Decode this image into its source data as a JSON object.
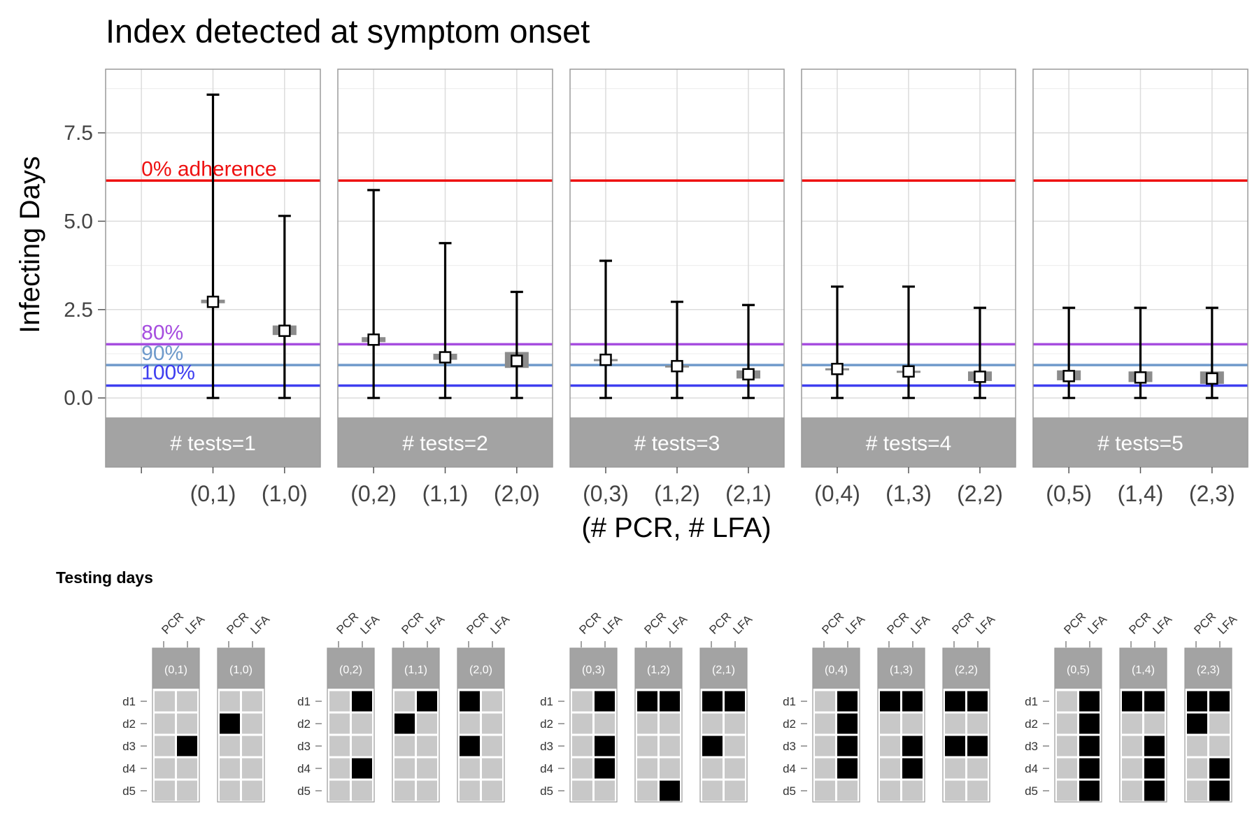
{
  "chart_data": {
    "type": "errorbar",
    "title": "Index detected at symptom onset",
    "ylabel": "Infecting Days",
    "xlabel": "(# PCR, # LFA)",
    "ylim": [
      -0.55,
      9.3
    ],
    "yticks": [
      0.0,
      2.5,
      5.0,
      7.5
    ],
    "ytick_labels": [
      "0.0",
      "2.5",
      "5.0",
      "7.5"
    ],
    "grid": true,
    "panel_bottom_extent": -0.55,
    "reference_lines": [
      {
        "label": "0% adherence",
        "value": 6.15,
        "color": "#ee1111"
      },
      {
        "label": "80%",
        "value": 1.52,
        "color": "#a64ddf"
      },
      {
        "label": "90%",
        "value": 0.93,
        "color": "#6f9acb"
      },
      {
        "label": "100%",
        "value": 0.35,
        "color": "#3e3ef0"
      }
    ],
    "facets": [
      {
        "strip": "# tests=1",
        "categories": [
          "",
          "(0,1)",
          "(1,0)"
        ],
        "points": [
          {
            "category": "(0,1)",
            "median": 2.72,
            "lower": 0.0,
            "upper": 8.58,
            "box_low": 2.68,
            "box_high": 2.78
          },
          {
            "category": "(1,0)",
            "median": 1.9,
            "lower": 0.0,
            "upper": 5.15,
            "box_low": 1.78,
            "box_high": 2.05
          }
        ]
      },
      {
        "strip": "# tests=2",
        "categories": [
          "(0,2)",
          "(1,1)",
          "(2,0)"
        ],
        "points": [
          {
            "category": "(0,2)",
            "median": 1.65,
            "lower": 0.0,
            "upper": 5.88,
            "box_low": 1.58,
            "box_high": 1.72
          },
          {
            "category": "(1,1)",
            "median": 1.15,
            "lower": 0.0,
            "upper": 4.38,
            "box_low": 1.08,
            "box_high": 1.25
          },
          {
            "category": "(2,0)",
            "median": 1.05,
            "lower": 0.0,
            "upper": 3.0,
            "box_low": 0.85,
            "box_high": 1.3
          }
        ]
      },
      {
        "strip": "# tests=3",
        "categories": [
          "(0,3)",
          "(1,2)",
          "(2,1)"
        ],
        "points": [
          {
            "category": "(0,3)",
            "median": 1.08,
            "lower": 0.0,
            "upper": 3.88,
            "box_low": 1.05,
            "box_high": 1.1
          },
          {
            "category": "(1,2)",
            "median": 0.9,
            "lower": 0.0,
            "upper": 2.72,
            "box_low": 0.88,
            "box_high": 0.92
          },
          {
            "category": "(2,1)",
            "median": 0.67,
            "lower": 0.0,
            "upper": 2.63,
            "box_low": 0.55,
            "box_high": 0.78
          }
        ]
      },
      {
        "strip": "# tests=4",
        "categories": [
          "(0,4)",
          "(1,3)",
          "(2,2)"
        ],
        "points": [
          {
            "category": "(0,4)",
            "median": 0.82,
            "lower": 0.0,
            "upper": 3.15,
            "box_low": 0.8,
            "box_high": 0.84
          },
          {
            "category": "(1,3)",
            "median": 0.75,
            "lower": 0.0,
            "upper": 3.15,
            "box_low": 0.73,
            "box_high": 0.77
          },
          {
            "category": "(2,2)",
            "median": 0.6,
            "lower": 0.0,
            "upper": 2.55,
            "box_low": 0.48,
            "box_high": 0.75
          }
        ]
      },
      {
        "strip": "# tests=5",
        "categories": [
          "(0,5)",
          "(1,4)",
          "(2,3)"
        ],
        "points": [
          {
            "category": "(0,5)",
            "median": 0.62,
            "lower": 0.0,
            "upper": 2.55,
            "box_low": 0.5,
            "box_high": 0.78
          },
          {
            "category": "(1,4)",
            "median": 0.58,
            "lower": 0.0,
            "upper": 2.55,
            "box_low": 0.45,
            "box_high": 0.75
          },
          {
            "category": "(2,3)",
            "median": 0.55,
            "lower": 0.0,
            "upper": 2.55,
            "box_low": 0.4,
            "box_high": 0.75
          }
        ]
      }
    ],
    "schedule": {
      "title": "Testing days",
      "columns": [
        "PCR",
        "LFA"
      ],
      "rows": [
        "d1",
        "d2",
        "d3",
        "d4",
        "d5"
      ],
      "groups": [
        {
          "mini": [
            {
              "label": "(0,1)",
              "grid": [
                [
                  0,
                  0
                ],
                [
                  0,
                  0
                ],
                [
                  0,
                  1
                ],
                [
                  0,
                  0
                ],
                [
                  0,
                  0
                ]
              ]
            },
            {
              "label": "(1,0)",
              "grid": [
                [
                  0,
                  0
                ],
                [
                  1,
                  0
                ],
                [
                  0,
                  0
                ],
                [
                  0,
                  0
                ],
                [
                  0,
                  0
                ]
              ]
            }
          ]
        },
        {
          "mini": [
            {
              "label": "(0,2)",
              "grid": [
                [
                  0,
                  1
                ],
                [
                  0,
                  0
                ],
                [
                  0,
                  0
                ],
                [
                  0,
                  1
                ],
                [
                  0,
                  0
                ]
              ]
            },
            {
              "label": "(1,1)",
              "grid": [
                [
                  0,
                  1
                ],
                [
                  1,
                  0
                ],
                [
                  0,
                  0
                ],
                [
                  0,
                  0
                ],
                [
                  0,
                  0
                ]
              ]
            },
            {
              "label": "(2,0)",
              "grid": [
                [
                  1,
                  0
                ],
                [
                  0,
                  0
                ],
                [
                  1,
                  0
                ],
                [
                  0,
                  0
                ],
                [
                  0,
                  0
                ]
              ]
            }
          ]
        },
        {
          "mini": [
            {
              "label": "(0,3)",
              "grid": [
                [
                  0,
                  1
                ],
                [
                  0,
                  0
                ],
                [
                  0,
                  1
                ],
                [
                  0,
                  1
                ],
                [
                  0,
                  0
                ]
              ]
            },
            {
              "label": "(1,2)",
              "grid": [
                [
                  1,
                  1
                ],
                [
                  0,
                  0
                ],
                [
                  0,
                  0
                ],
                [
                  0,
                  0
                ],
                [
                  0,
                  1
                ]
              ]
            },
            {
              "label": "(2,1)",
              "grid": [
                [
                  1,
                  1
                ],
                [
                  0,
                  0
                ],
                [
                  1,
                  0
                ],
                [
                  0,
                  0
                ],
                [
                  0,
                  0
                ]
              ]
            }
          ]
        },
        {
          "mini": [
            {
              "label": "(0,4)",
              "grid": [
                [
                  0,
                  1
                ],
                [
                  0,
                  1
                ],
                [
                  0,
                  1
                ],
                [
                  0,
                  1
                ],
                [
                  0,
                  0
                ]
              ]
            },
            {
              "label": "(1,3)",
              "grid": [
                [
                  1,
                  1
                ],
                [
                  0,
                  0
                ],
                [
                  0,
                  1
                ],
                [
                  0,
                  1
                ],
                [
                  0,
                  0
                ]
              ]
            },
            {
              "label": "(2,2)",
              "grid": [
                [
                  1,
                  1
                ],
                [
                  0,
                  0
                ],
                [
                  1,
                  1
                ],
                [
                  0,
                  0
                ],
                [
                  0,
                  0
                ]
              ]
            }
          ]
        },
        {
          "mini": [
            {
              "label": "(0,5)",
              "grid": [
                [
                  0,
                  1
                ],
                [
                  0,
                  1
                ],
                [
                  0,
                  1
                ],
                [
                  0,
                  1
                ],
                [
                  0,
                  1
                ]
              ]
            },
            {
              "label": "(1,4)",
              "grid": [
                [
                  1,
                  1
                ],
                [
                  0,
                  0
                ],
                [
                  0,
                  1
                ],
                [
                  0,
                  1
                ],
                [
                  0,
                  1
                ]
              ]
            },
            {
              "label": "(2,3)",
              "grid": [
                [
                  1,
                  1
                ],
                [
                  1,
                  0
                ],
                [
                  0,
                  0
                ],
                [
                  0,
                  1
                ],
                [
                  0,
                  1
                ]
              ]
            }
          ]
        }
      ]
    },
    "colors": {
      "strip_fill": "#a3a3a3",
      "strip_text": "#ffffff",
      "grid": "#dcdcdc",
      "panel_border": "#9a9a9a",
      "iqr_box": "#8c8c8c",
      "cell_off": "#c8c8c8",
      "cell_on": "#000000"
    }
  }
}
